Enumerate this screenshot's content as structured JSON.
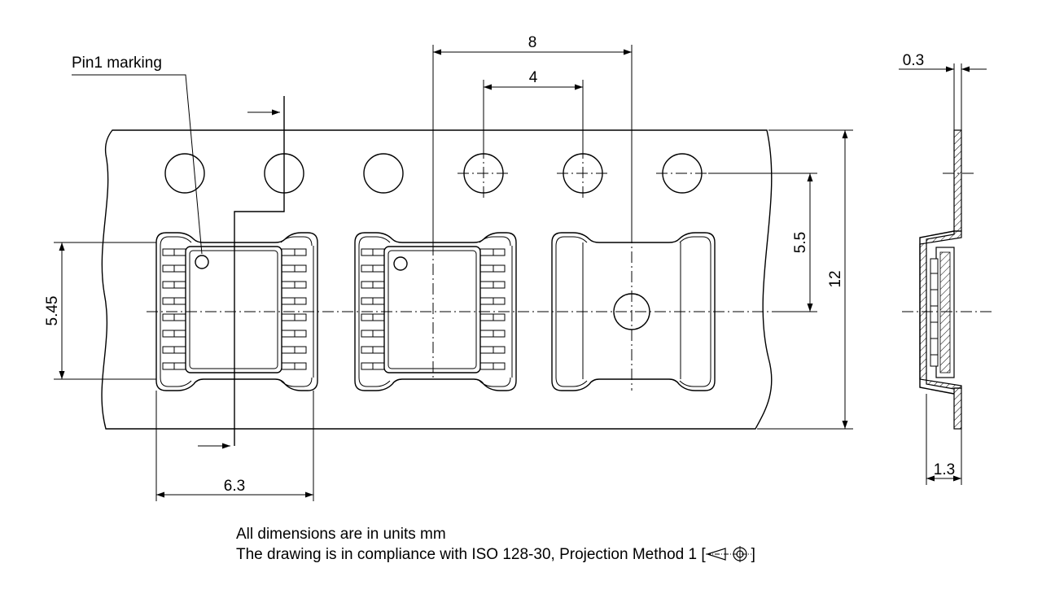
{
  "labels": {
    "pin1": "Pin1 marking",
    "pitch_8": "8",
    "pitch_4": "4",
    "dim_5_5": "5.5",
    "dim_12": "12",
    "dim_5_45": "5.45",
    "dim_6_3": "6.3",
    "dim_0_3": "0.3",
    "dim_1_3": "1.3"
  },
  "notes": {
    "units": "All dimensions are in units mm",
    "iso_prefix": "The drawing is in compliance with ISO 128-30, Projection Method 1 [",
    "iso_suffix": "]"
  },
  "icons": {
    "projection_symbol": "first-angle-projection-icon"
  }
}
